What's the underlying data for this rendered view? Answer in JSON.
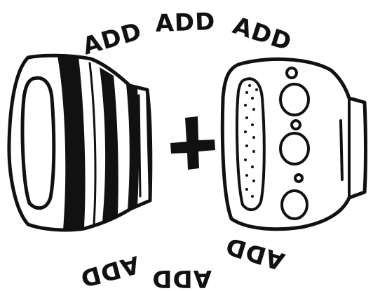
{
  "top_words": [
    "ADD",
    "ADD",
    "ADD"
  ],
  "bottom_words": [
    "ADD",
    "ADD",
    "ADD"
  ],
  "operator_icon": "plus-icon",
  "left_object_icon": "striped-bead-icon",
  "right_object_icon": "dotted-bead-icon",
  "ink_color": "#111111",
  "background_color": "#ffffff"
}
